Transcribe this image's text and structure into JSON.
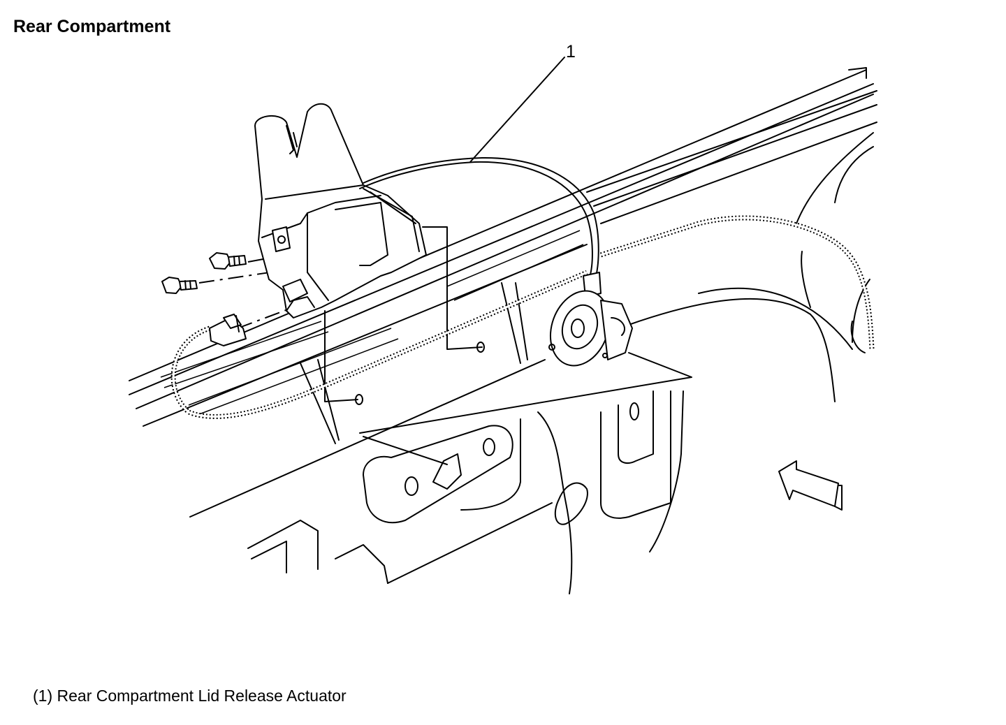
{
  "title": "Rear Compartment",
  "callouts": [
    {
      "number": "1"
    }
  ],
  "legend": [
    {
      "text": "(1) Rear Compartment Lid Release Actuator"
    }
  ]
}
